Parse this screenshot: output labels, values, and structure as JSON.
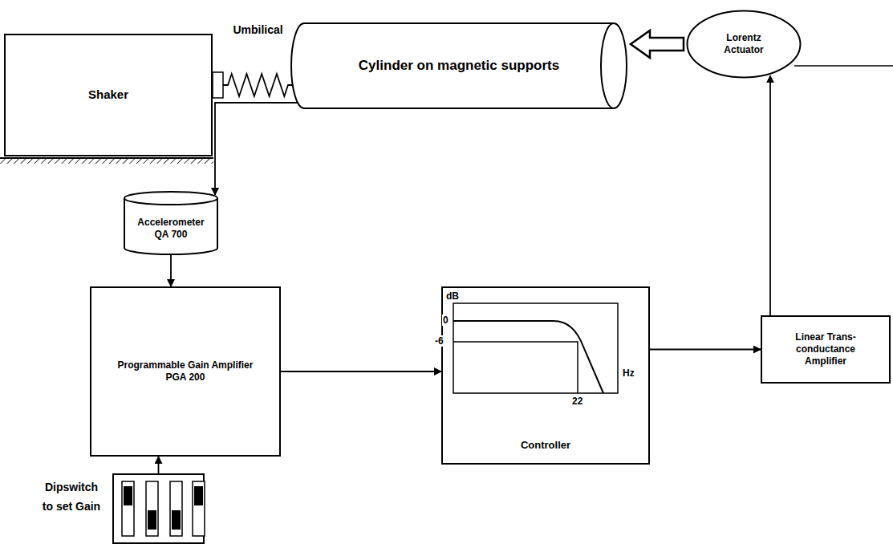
{
  "diagram": {
    "nodes": [
      {
        "text": [
          "Shaker"
        ]
      },
      {
        "text": [
          "Cylinder on magnetic supports"
        ]
      },
      {
        "text": [
          "Lorentz Actuator"
        ]
      },
      {
        "text": [
          "Accelerometer QA 700"
        ]
      },
      {
        "text": [
          "Programmable Gain Amplifier PGA 200"
        ]
      },
      {
        "text": [
          "Controller"
        ]
      },
      {
        "text": [
          "Linear Trans-conductance Amplifier"
        ]
      },
      {
        "text": [
          "Dipswitch to set Gain"
        ]
      }
    ],
    "edges": [
      {
        "from": 0,
        "to": 1,
        "arrow": "none",
        "label": "Umbilical"
      },
      {
        "from": 1,
        "to": 3,
        "arrow": "to"
      },
      {
        "from": 3,
        "to": 4,
        "arrow": "to"
      },
      {
        "from": 7,
        "to": 4,
        "arrow": "to"
      },
      {
        "from": 4,
        "to": 5,
        "arrow": "to"
      },
      {
        "from": 5,
        "to": 6,
        "arrow": "to"
      },
      {
        "from": 6,
        "to": 2,
        "arrow": "to"
      },
      {
        "from": 2,
        "to": 1,
        "arrow": "to"
      }
    ],
    "labels": [
      "dB",
      "0",
      "-6",
      "22",
      "Hz"
    ]
  }
}
